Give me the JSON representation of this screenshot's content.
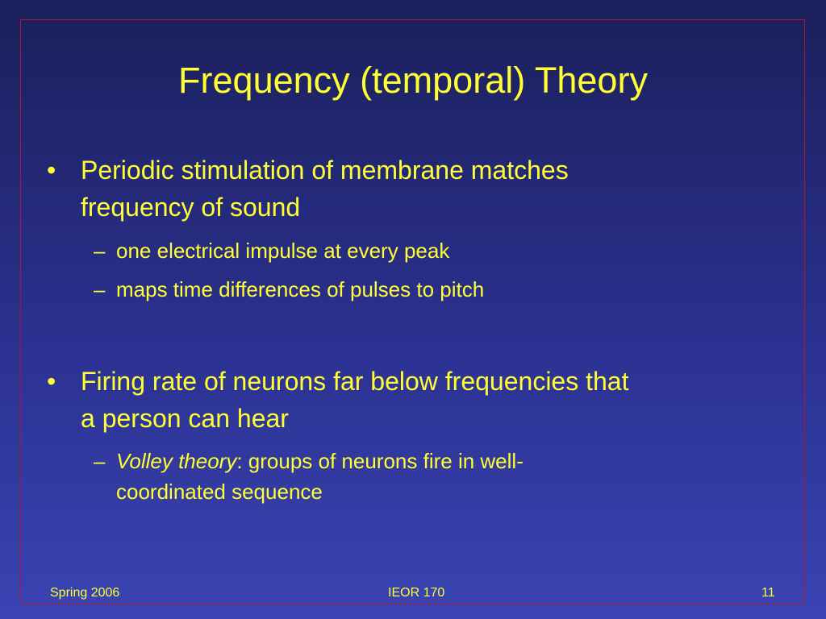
{
  "slide": {
    "title": "Frequency (temporal) Theory",
    "bullets": [
      {
        "marker": "•",
        "line1": "Periodic stimulation of membrane matches",
        "line2": "frequency of sound",
        "subs": [
          {
            "marker": "–",
            "text": "one electrical impulse at every peak"
          },
          {
            "marker": "–",
            "text": "maps time differences of pulses to pitch"
          }
        ]
      },
      {
        "marker": "•",
        "line1": "Firing rate of neurons far below frequencies that",
        "line2": "a person can hear",
        "subs": [
          {
            "marker": "–",
            "italic": "Volley theory",
            "rest": ": groups of neurons fire in well-",
            "line2": "coordinated sequence"
          }
        ]
      }
    ]
  },
  "footer": {
    "left": "Spring 2006",
    "center": "IEOR 170",
    "right": "11"
  },
  "colors": {
    "text": "#ffff33",
    "background_top": "#1b1f5a",
    "background_bottom": "#3a44b3",
    "frame": "#b0172a"
  }
}
